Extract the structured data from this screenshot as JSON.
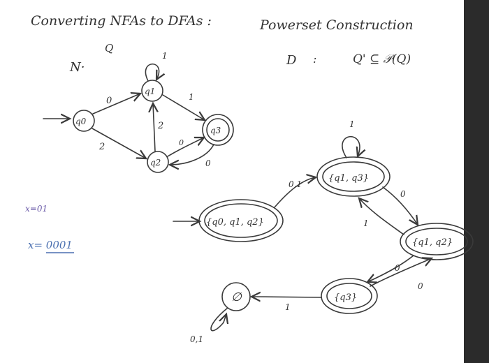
{
  "header": {
    "title": "Converting NFAs to DFAs :",
    "subtitle": "Powerset Construction"
  },
  "nfa": {
    "name": "N",
    "states_label": "Q",
    "states": [
      "q0",
      "q1",
      "q2",
      "q3"
    ],
    "transitions": [
      {
        "from": "q0",
        "to": "q1",
        "label": "0"
      },
      {
        "from": "q0",
        "to": "q2",
        "label": "2"
      },
      {
        "from": "q1",
        "to": "q1",
        "label": "1"
      },
      {
        "from": "q1",
        "to": "q3",
        "label": "1"
      },
      {
        "from": "q2",
        "to": "q1",
        "label": "2"
      },
      {
        "from": "q2",
        "to": "q3",
        "label": "0"
      },
      {
        "from": "q3",
        "to": "q2",
        "label": "0"
      }
    ]
  },
  "dfa": {
    "name": "D",
    "sep": ":",
    "states_def": "Q' ⊆ 𝒫(Q)",
    "states": [
      "{q0, q1, q2}",
      "{q1, q3}",
      "{q1, q2}",
      "{q3}",
      "∅"
    ],
    "transitions": [
      {
        "from": "{q0, q1, q2}",
        "to": "{q1, q3}",
        "label": "0,1"
      },
      {
        "from": "{q1, q3}",
        "to": "{q1, q3}",
        "label": "1"
      },
      {
        "from": "{q1, q3}",
        "to": "{q1, q2}",
        "label": "0"
      },
      {
        "from": "{q1, q2}",
        "to": "{q1, q3}",
        "label": "1"
      },
      {
        "from": "{q1, q2}",
        "to": "{q3}",
        "label": "0"
      },
      {
        "from": "{q3}",
        "to": "{q1, q2}",
        "label": "0"
      },
      {
        "from": "{q3}",
        "to": "∅",
        "label": "1"
      },
      {
        "from": "∅",
        "to": "∅",
        "label": "0,1"
      }
    ]
  },
  "inputs": {
    "example1": "x=01",
    "example2": "x= 0001"
  },
  "colors": {
    "ink": "#3a3a3a",
    "blue_ink": "#4a6fb0",
    "background": "#2b2b2b",
    "paper": "#ffffff"
  }
}
